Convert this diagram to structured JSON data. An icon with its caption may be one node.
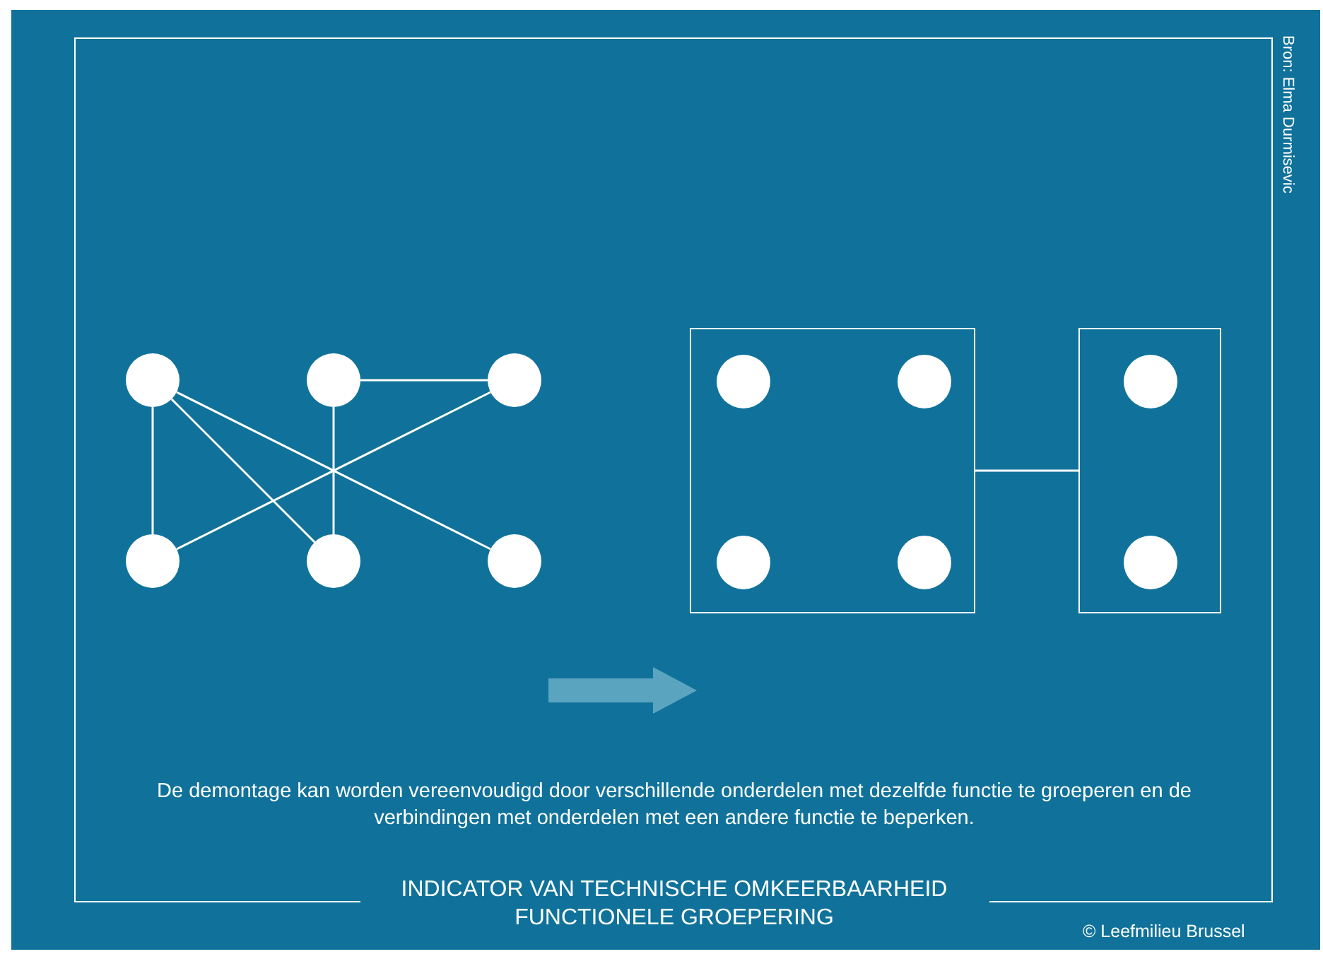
{
  "diagram": {
    "title": "INDICATOR VAN TECHNISCHE OMKEERBAARHEID FUNCTIONELE GROEPERING",
    "caption": "De demontage kan worden vereenvoudigd door verschillende onderdelen met dezelfde functie te groeperen en de verbindingen met onderdelen met een andere functie te beperken.",
    "nodes": [
      {
        "text": [],
        "shape": "circle"
      },
      {
        "text": [],
        "shape": "circle"
      },
      {
        "text": [],
        "shape": "circle"
      },
      {
        "text": [],
        "shape": "circle"
      },
      {
        "text": [],
        "shape": "circle"
      },
      {
        "text": [],
        "shape": "circle"
      },
      {
        "text": [],
        "shape": "box"
      },
      {
        "text": [],
        "shape": "circle",
        "in": 6
      },
      {
        "text": [],
        "shape": "circle",
        "in": 6
      },
      {
        "text": [],
        "shape": "circle",
        "in": 6
      },
      {
        "text": [],
        "shape": "circle",
        "in": 6
      },
      {
        "text": [],
        "shape": "box"
      },
      {
        "text": [],
        "shape": "circle",
        "in": 11
      },
      {
        "text": [],
        "shape": "circle",
        "in": 11
      }
    ],
    "edges": [
      {
        "from": 0,
        "to": 3,
        "arrow": "none"
      },
      {
        "from": 0,
        "to": 4,
        "arrow": "none"
      },
      {
        "from": 0,
        "to": 5,
        "arrow": "none"
      },
      {
        "from": 1,
        "to": 2,
        "arrow": "none"
      },
      {
        "from": 1,
        "to": 4,
        "arrow": "none"
      },
      {
        "from": 3,
        "to": 2,
        "arrow": "none"
      },
      {
        "from": 6,
        "to": 11,
        "arrow": "none"
      }
    ],
    "labels": [
      "Bron: Elma Durmisevic",
      "© Leefmilieu Brussel"
    ]
  }
}
